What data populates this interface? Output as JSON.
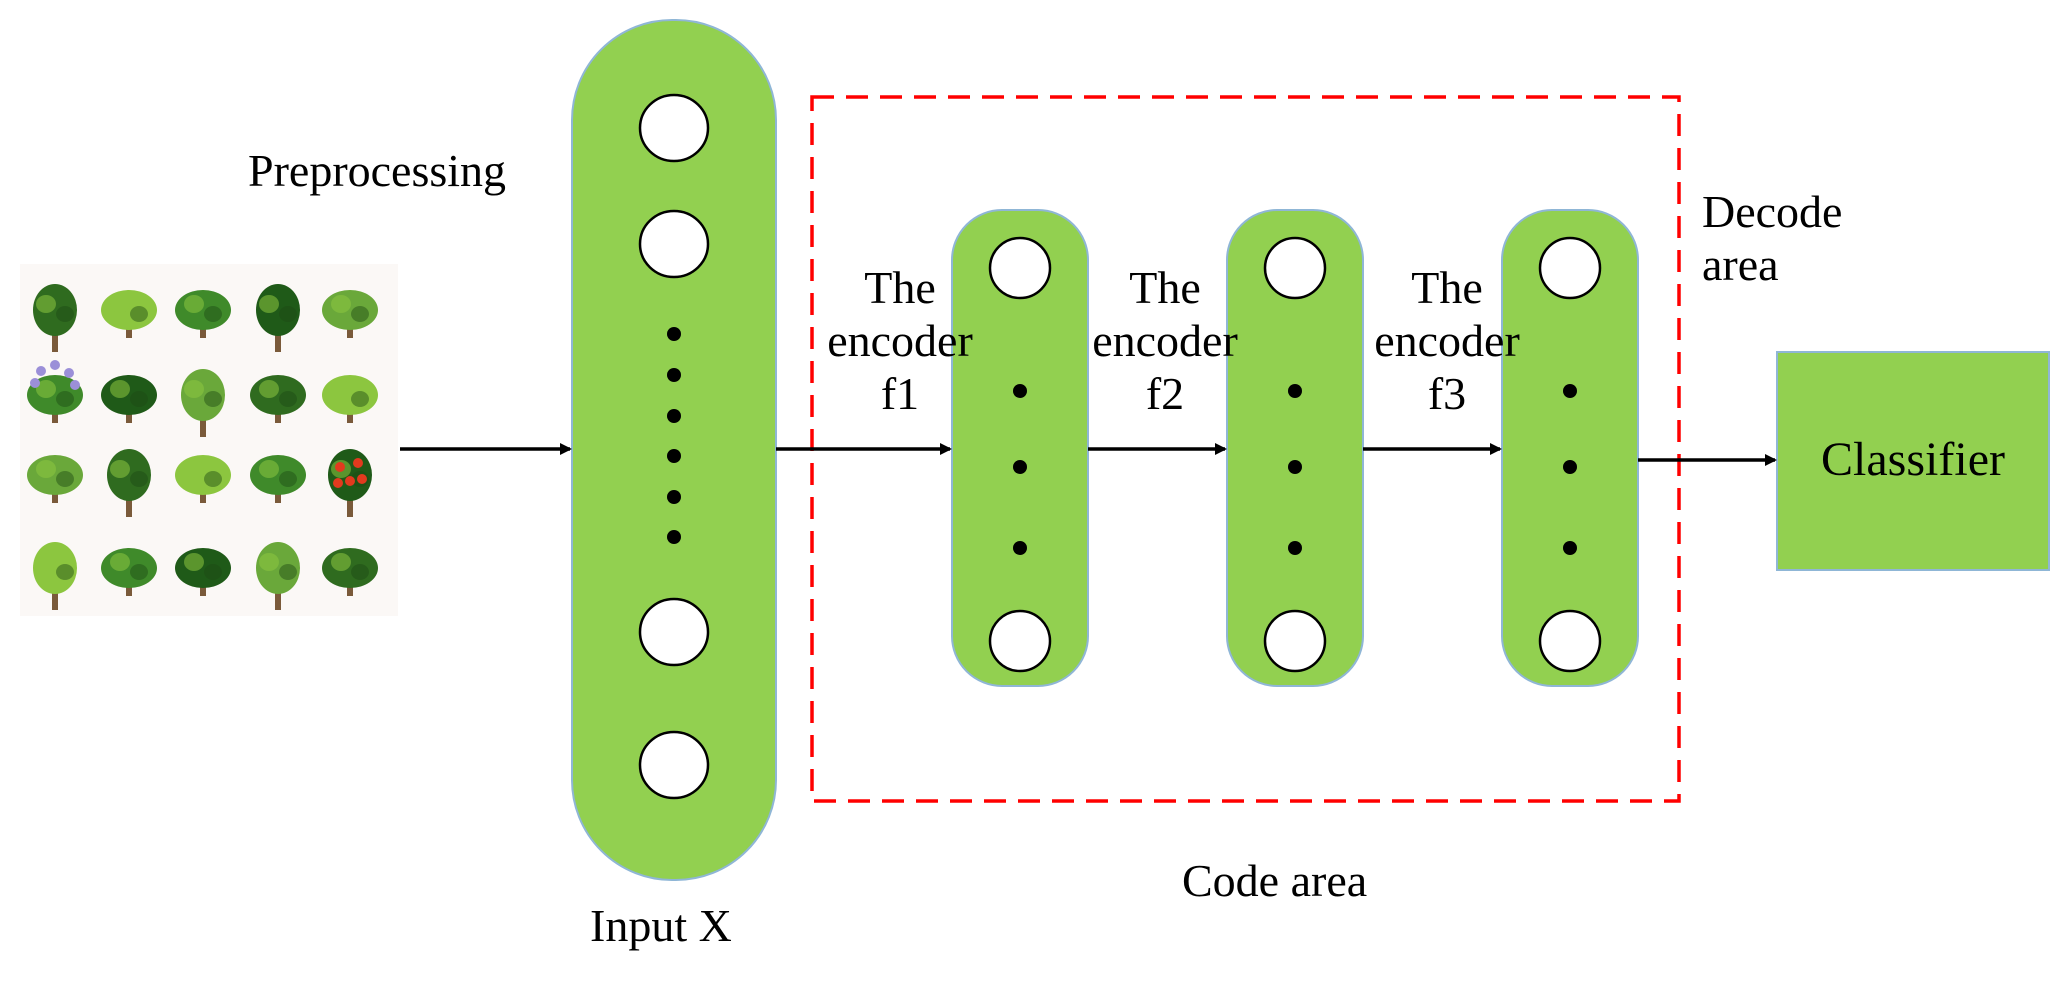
{
  "preprocessing_label": "Preprocessing",
  "input_label": "Input X",
  "encoders": [
    {
      "line1": "The",
      "line2": "encoder",
      "line3": "f1"
    },
    {
      "line1": "The",
      "line2": "encoder",
      "line3": "f2"
    },
    {
      "line1": "The",
      "line2": "encoder",
      "line3": "f3"
    }
  ],
  "decode_area": {
    "line1": "Decode",
    "line2": "area"
  },
  "code_area_label": "Code area",
  "classifier_label": "Classifier",
  "colors": {
    "layer_fill": "#92d050",
    "layer_stroke": "#8fb6d6",
    "code_area_border": "#ff0000",
    "arrow": "#000000",
    "plant_dark": "#2f6b1f",
    "plant_light": "#8cc63f",
    "flower_purple": "#9b8fd8",
    "flower_red": "#e23a1e"
  },
  "icons": [
    "plant-thumbnail-icon",
    "neuron-icon",
    "ellipsis-dots-icon",
    "arrow-right-icon"
  ]
}
